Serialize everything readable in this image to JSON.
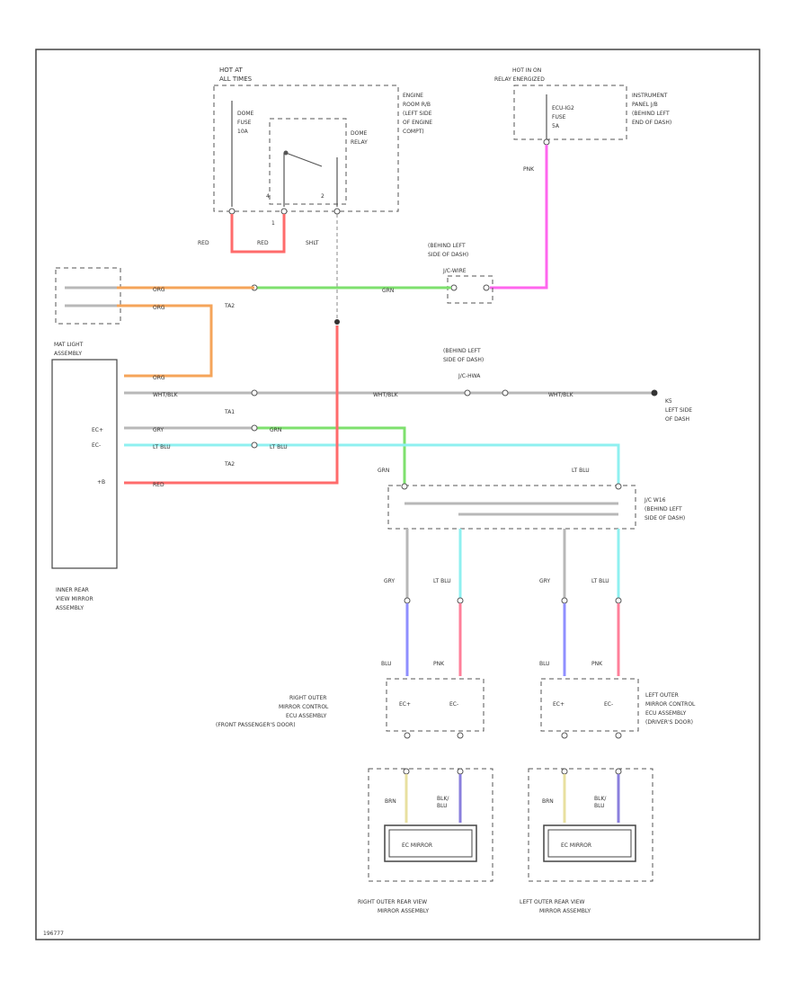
{
  "colors": {
    "red": "#ff6b6b",
    "orange": "#f5a45a",
    "green": "#7ee06e",
    "pink": "#ff66ee",
    "cyan": "#8ff0f0",
    "blue": "#8f8fff",
    "rose": "#ff7f9a",
    "yellow": "#e8e0a0",
    "purple": "#8a7fdd",
    "gray": "#b8b8b8"
  },
  "labels": {
    "hot_at": "HOT AT",
    "all_times": "ALL TIMES",
    "dome_fuse": "DOME",
    "fuse_word": "FUSE",
    "dome_amp": "10A",
    "dome_relay_1": "DOME",
    "dome_relay_2": "RELAY",
    "eng_room_1": "ENGINE",
    "eng_room_2": "ROOM R/B",
    "eng_room_3": "(LEFT SIDE",
    "eng_room_4": "OF ENGINE",
    "eng_room_5": "COMPT)",
    "pin_4": "4",
    "pin_2": "2",
    "pin_1": "1",
    "hot_ig": "HOT IN ON",
    "relay_energized": "RELAY ENERGIZED",
    "ecu_ig2_fuse": "ECU-IG2",
    "ecu_amp": "5A",
    "ip_jb_1": "INSTRUMENT",
    "ip_jb_2": "PANEL J/B",
    "ip_jb_3": "(BEHIND LEFT",
    "ip_jb_4": "END OF DASH)",
    "wire_red_1": "RED",
    "wire_red_2": "RED",
    "wire_shield": "SHLT",
    "wire_pnk": "PNK",
    "behind_left_1": "(BEHIND LEFT",
    "behind_left_2": "SIDE OF DASH)",
    "junction_1": "J/C-WIRE",
    "wire_org_1": "ORG",
    "wire_org_2": "ORG",
    "wire_grn_1": "GRN",
    "conn_tag_1": "TA2",
    "mat_light_1": "MAT LIGHT",
    "mat_light_2": "ASSEMBLY",
    "wire_org_3": "ORG",
    "behind_left_3": "(BEHIND LEFT",
    "behind_left_4": "SIDE OF DASH)",
    "junction_2": "J/C-HWA",
    "wire_whtblk_1": "WHT/BLK",
    "wire_whtblk_2": "WHT/BLK",
    "wire_whtblk_3": "WHT/BLK",
    "ground_id": "K5",
    "ground_loc_1": "LEFT SIDE",
    "ground_loc_2": "OF DASH",
    "wire_gry_1": "GRY",
    "wire_grn_2": "GRN",
    "wire_ltblu_1": "LT BLU",
    "wire_ltblu_2": "LT BLU",
    "conn_tag_2": "TA2",
    "conn_tag_3": "TA1",
    "ecu_plus": "EC+",
    "ecu_minus": "EC-",
    "ig": "+B",
    "wire_red_3": "RED",
    "inner_mirror_1": "INNER REAR",
    "inner_mirror_2": "VIEW MIRROR",
    "inner_mirror_3": "ASSEMBLY",
    "wire_grn_3": "GRN",
    "wire_ltblu_3": "LT BLU",
    "jc_id": "J/C W16",
    "jc_loc_1": "(BEHIND LEFT",
    "jc_loc_2": "SIDE OF DASH)",
    "wire_gry_2": "GRY",
    "wire_ltblu_4": "LT BLU",
    "wire_gry_3": "GRY",
    "wire_ltblu_5": "LT BLU",
    "wire_blu_1": "BLU",
    "wire_pnk_1": "PNK",
    "wire_blu_2": "BLU",
    "wire_pnk_2": "PNK",
    "r_ecu_1": "RIGHT OUTER",
    "r_ecu_2": "MIRROR CONTROL",
    "r_ecu_3": "ECU ASSEMBLY",
    "r_ecu_4": "(FRONT PASSENGER'S DOOR)",
    "l_ecu_1": "LEFT OUTER",
    "l_ecu_2": "MIRROR CONTROL",
    "l_ecu_3": "ECU ASSEMBLY",
    "l_ecu_4": "(DRIVER'S DOOR)",
    "wire_brn_1": "BRN",
    "wire_blkblu_1": "BLK/",
    "wire_blkblu_1b": "BLU",
    "wire_brn_2": "BRN",
    "wire_blkblu_2": "BLK/",
    "wire_blkblu_2b": "BLU",
    "ec_mirror_1": "EC MIRROR",
    "ec_mirror_2": "EC MIRROR",
    "r_mirror_1": "RIGHT OUTER REAR VIEW",
    "r_mirror_2": "MIRROR ASSEMBLY",
    "l_mirror_1": "LEFT OUTER REAR VIEW",
    "l_mirror_2": "MIRROR ASSEMBLY",
    "fig_code": "196777"
  }
}
